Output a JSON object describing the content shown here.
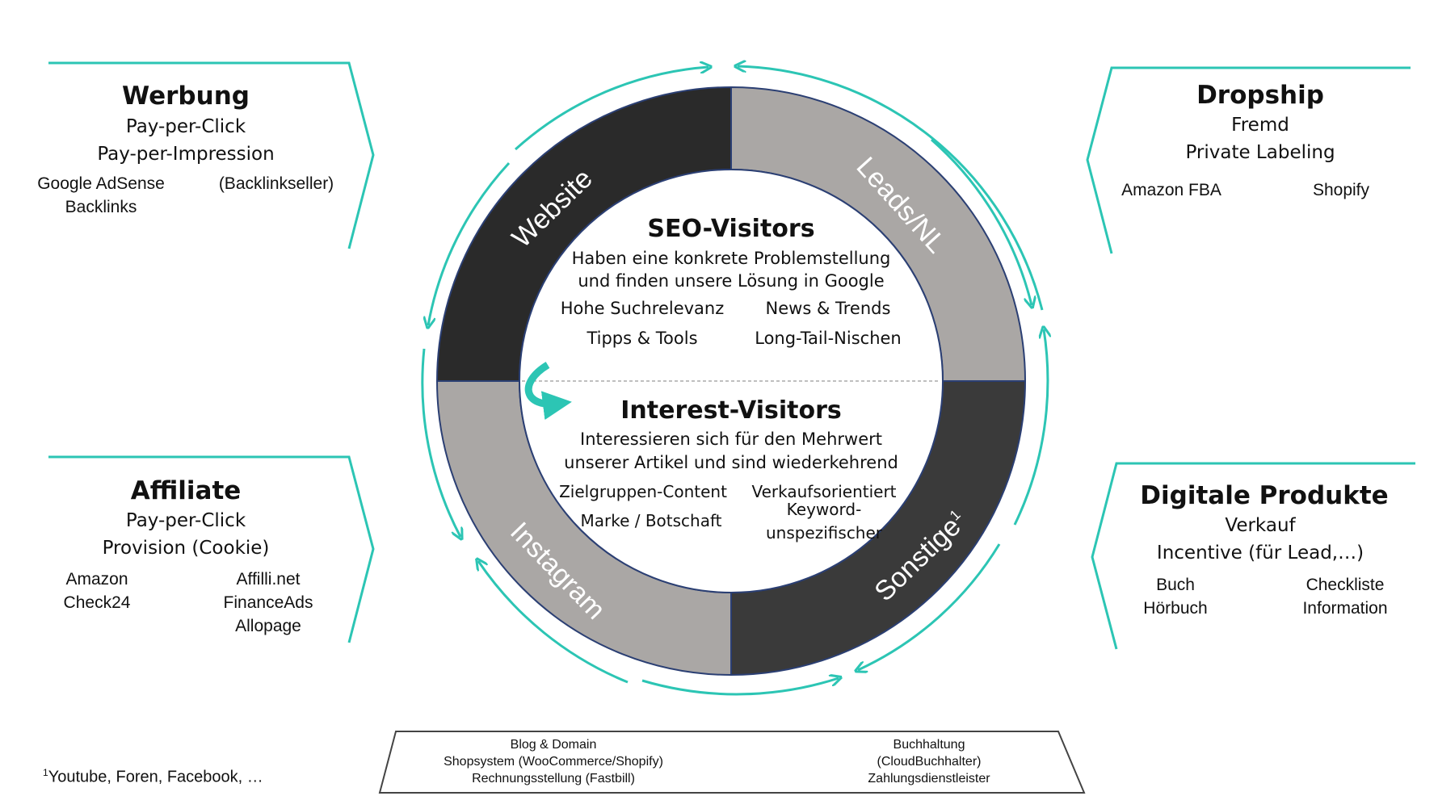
{
  "ring": {
    "segments": [
      {
        "label": "Website",
        "color": "#2a2a2a"
      },
      {
        "label": "Leads/NL",
        "color": "#aaa7a5"
      },
      {
        "label": "Sonstige",
        "superscript": "1",
        "color": "#3a3a3a"
      },
      {
        "label": "Instagram",
        "color": "#aaa7a5"
      }
    ]
  },
  "center": {
    "seo": {
      "title": "SEO-Visitors",
      "line1": "Haben eine konkrete Problemstellung",
      "line2": "und finden unsere Lösung in Google",
      "kw1": "Hohe Suchrelevanz",
      "kw2": "News & Trends",
      "kw3": "Tipps & Tools",
      "kw4": "Long-Tail-Nischen"
    },
    "interest": {
      "title": "Interest-Visitors",
      "line1": "Interessieren sich für den Mehrwert",
      "line2": "unserer Artikel und sind wiederkehrend",
      "kw1": "Zielgruppen-Content",
      "kw2": "Verkaufsorientiert",
      "kw3": "Marke / Botschaft",
      "kw4a": "Keyword-",
      "kw4b": "unspezifischer"
    }
  },
  "panels": {
    "werbung": {
      "title": "Werbung",
      "line1": "Pay-per-Click",
      "line2": "Pay-per-Impression",
      "a": "Google AdSense",
      "b": "(Backlinkseller)",
      "c": "Backlinks"
    },
    "affiliate": {
      "title": "Affiliate",
      "line1": "Pay-per-Click",
      "line2": "Provision (Cookie)",
      "a": "Amazon",
      "b": "Check24",
      "c": "Affilli.net",
      "d": "FinanceAds",
      "e": "Allopage"
    },
    "dropship": {
      "title": "Dropship",
      "line1": "Fremd",
      "line2": "Private Labeling",
      "a": "Amazon FBA",
      "b": "Shopify"
    },
    "digital": {
      "title": "Digitale Produkte",
      "line1": "Verkauf",
      "line2": "Incentive (für Lead,…)",
      "a": "Buch",
      "b": "Hörbuch",
      "c": "Checkliste",
      "d": "Information"
    }
  },
  "footer": {
    "left1": "Blog & Domain",
    "left2": "Shopsystem (WooCommerce/Shopify)",
    "left3": "Rechnungsstellung (Fastbill)",
    "right1": "Buchhaltung",
    "right2": "(CloudBuchhalter)",
    "right3": "Zahlungsdienstleister"
  },
  "footnote": {
    "sup": "1",
    "text": "Youtube, Foren, Facebook, …"
  },
  "colors": {
    "accent": "#2cc5b4",
    "dark": "#2a2a2a",
    "grey": "#aaa7a5"
  }
}
